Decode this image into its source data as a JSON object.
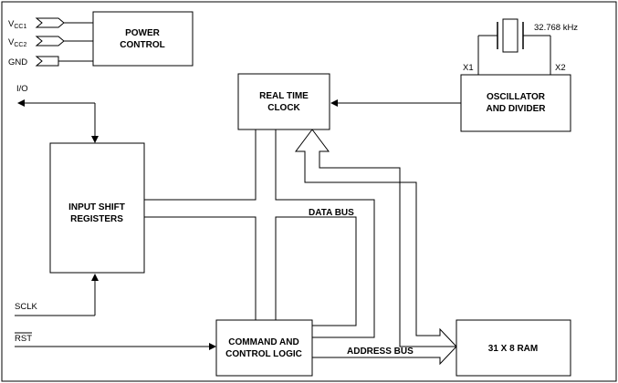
{
  "pins": {
    "vcc1": {
      "main": "V",
      "sub": "CC1"
    },
    "vcc2": {
      "main": "V",
      "sub": "CC2"
    },
    "gnd": "GND",
    "io": "I/O",
    "sclk": "SCLK",
    "rst": "RST"
  },
  "blocks": {
    "power_control": [
      "POWER",
      "CONTROL"
    ],
    "real_time_clock": [
      "REAL TIME",
      "CLOCK"
    ],
    "oscillator": [
      "OSCILLATOR",
      "AND DIVIDER"
    ],
    "input_shift": [
      "INPUT SHIFT",
      "REGISTERS"
    ],
    "command_logic": [
      "COMMAND AND",
      "CONTROL LOGIC"
    ],
    "ram": "31 X 8 RAM"
  },
  "crystal": {
    "frequency": "32.768 kHz",
    "x1": "X1",
    "x2": "X2"
  },
  "buses": {
    "data": "DATA BUS",
    "address": "ADDRESS BUS"
  }
}
